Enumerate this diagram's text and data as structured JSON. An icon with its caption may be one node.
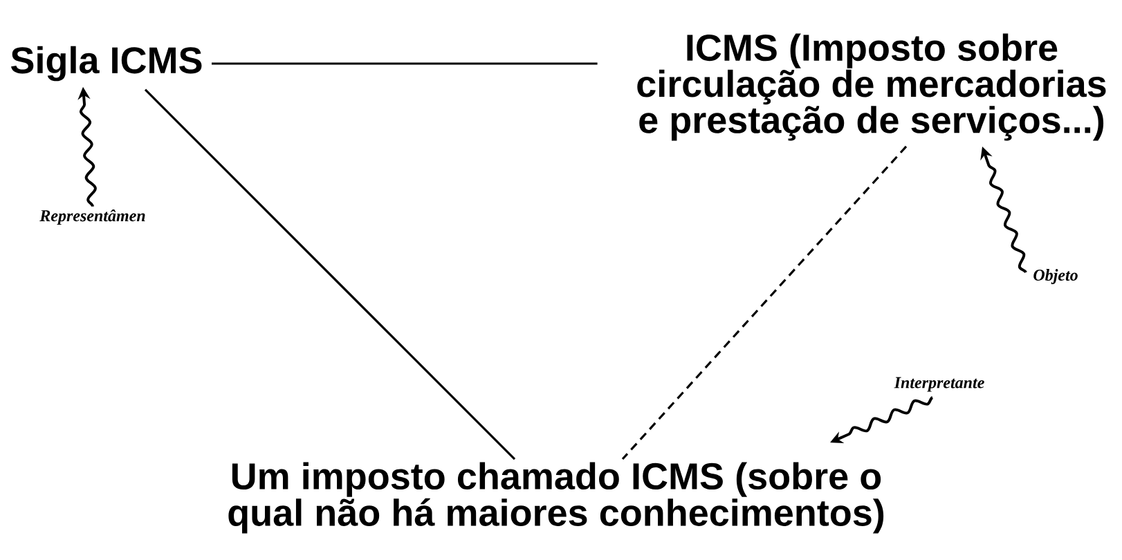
{
  "diagram": {
    "nodes": [
      {
        "text": [
          "Sigla ICMS"
        ]
      },
      {
        "text": [
          "ICMS (Imposto sobre circulação de mercadorias e prestação de serviços...)"
        ]
      },
      {
        "text": [
          "Um imposto chamado ICMS (sobre o qual não há maiores conhecimentos)"
        ]
      },
      {
        "text": [
          "Representâmen"
        ]
      },
      {
        "text": [
          "Objeto"
        ]
      },
      {
        "text": [
          "Interpretante"
        ]
      }
    ],
    "edges": [
      {
        "from": 0,
        "to": 1,
        "arrow": "none"
      },
      {
        "from": 0,
        "to": 2,
        "arrow": "none"
      },
      {
        "from": 1,
        "to": 2,
        "arrow": "none",
        "style": "dashed"
      },
      {
        "from": 3,
        "to": 0,
        "arrow": "to"
      },
      {
        "from": 4,
        "to": 1,
        "arrow": "to"
      },
      {
        "from": 5,
        "to": 2,
        "arrow": "to"
      }
    ]
  }
}
